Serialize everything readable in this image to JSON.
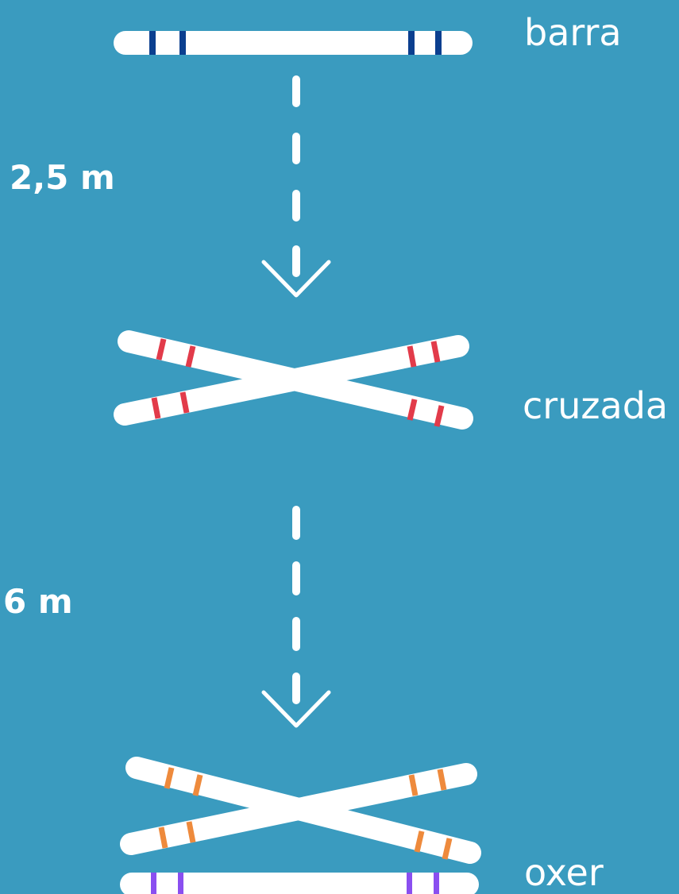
{
  "labels": {
    "barra": "barra",
    "cruzada": "cruzada",
    "oxer": "oxer",
    "distance_1": "2,5 m",
    "distance_2": "6 m"
  },
  "colors": {
    "background": "#3a9bbf",
    "pole": "#ffffff",
    "barra_stripes": "#0b3f8f",
    "cruzada_stripes": "#e23b4a",
    "oxer_cross_stripes": "#ee8a3c",
    "oxer_bar_stripes": "#8a4ff0",
    "arrow": "#ffffff"
  },
  "obstacles": [
    {
      "name": "barra",
      "type": "single-pole"
    },
    {
      "name": "cruzada",
      "type": "crossed-poles"
    },
    {
      "name": "oxer",
      "type": "crossed-poles-plus-pole"
    }
  ],
  "distances": [
    {
      "from": "barra",
      "to": "cruzada",
      "value": "2,5 m"
    },
    {
      "from": "cruzada",
      "to": "oxer",
      "value": "6 m"
    }
  ]
}
